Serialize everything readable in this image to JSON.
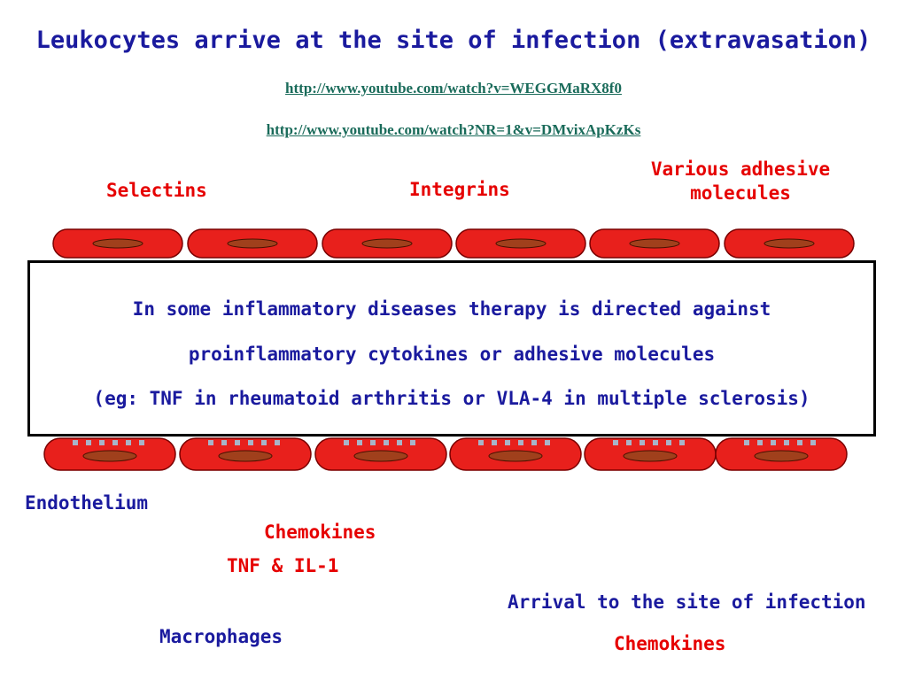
{
  "title": "Leukocytes arrive at the site of infection (extravasation)",
  "links": [
    "http://www.youtube.com/watch?v=WEGGMaRX8f0",
    "http://www.youtube.com/watch?NR=1&v=DMvixApKzKs"
  ],
  "labels": {
    "selectins": "Selectins",
    "integrins": "Integrins",
    "adhesive_line1": "Various adhesive",
    "adhesive_line2": "molecules",
    "endothelium": "Endothelium",
    "chemokines_1": "Chemokines",
    "tnf_il1": "TNF & IL-1",
    "arrival": "Arrival to the site of infection",
    "macrophages": "Macrophages",
    "chemokines_2": "Chemokines"
  },
  "info_box": {
    "line1": "In some inflammatory diseases therapy is directed against",
    "line2": "proinflammatory cytokines or adhesive molecules",
    "line3": "(eg: TNF in rheumatoid arthritis or VLA-4 in multiple sclerosis)"
  },
  "colors": {
    "cell_fill": "#e8201c",
    "nucleus_fill": "#a0401c",
    "receptor": "#a8b4c8",
    "title_blue": "#1a1a9e",
    "label_red": "#e60000",
    "link_green": "#1a6b5a"
  }
}
